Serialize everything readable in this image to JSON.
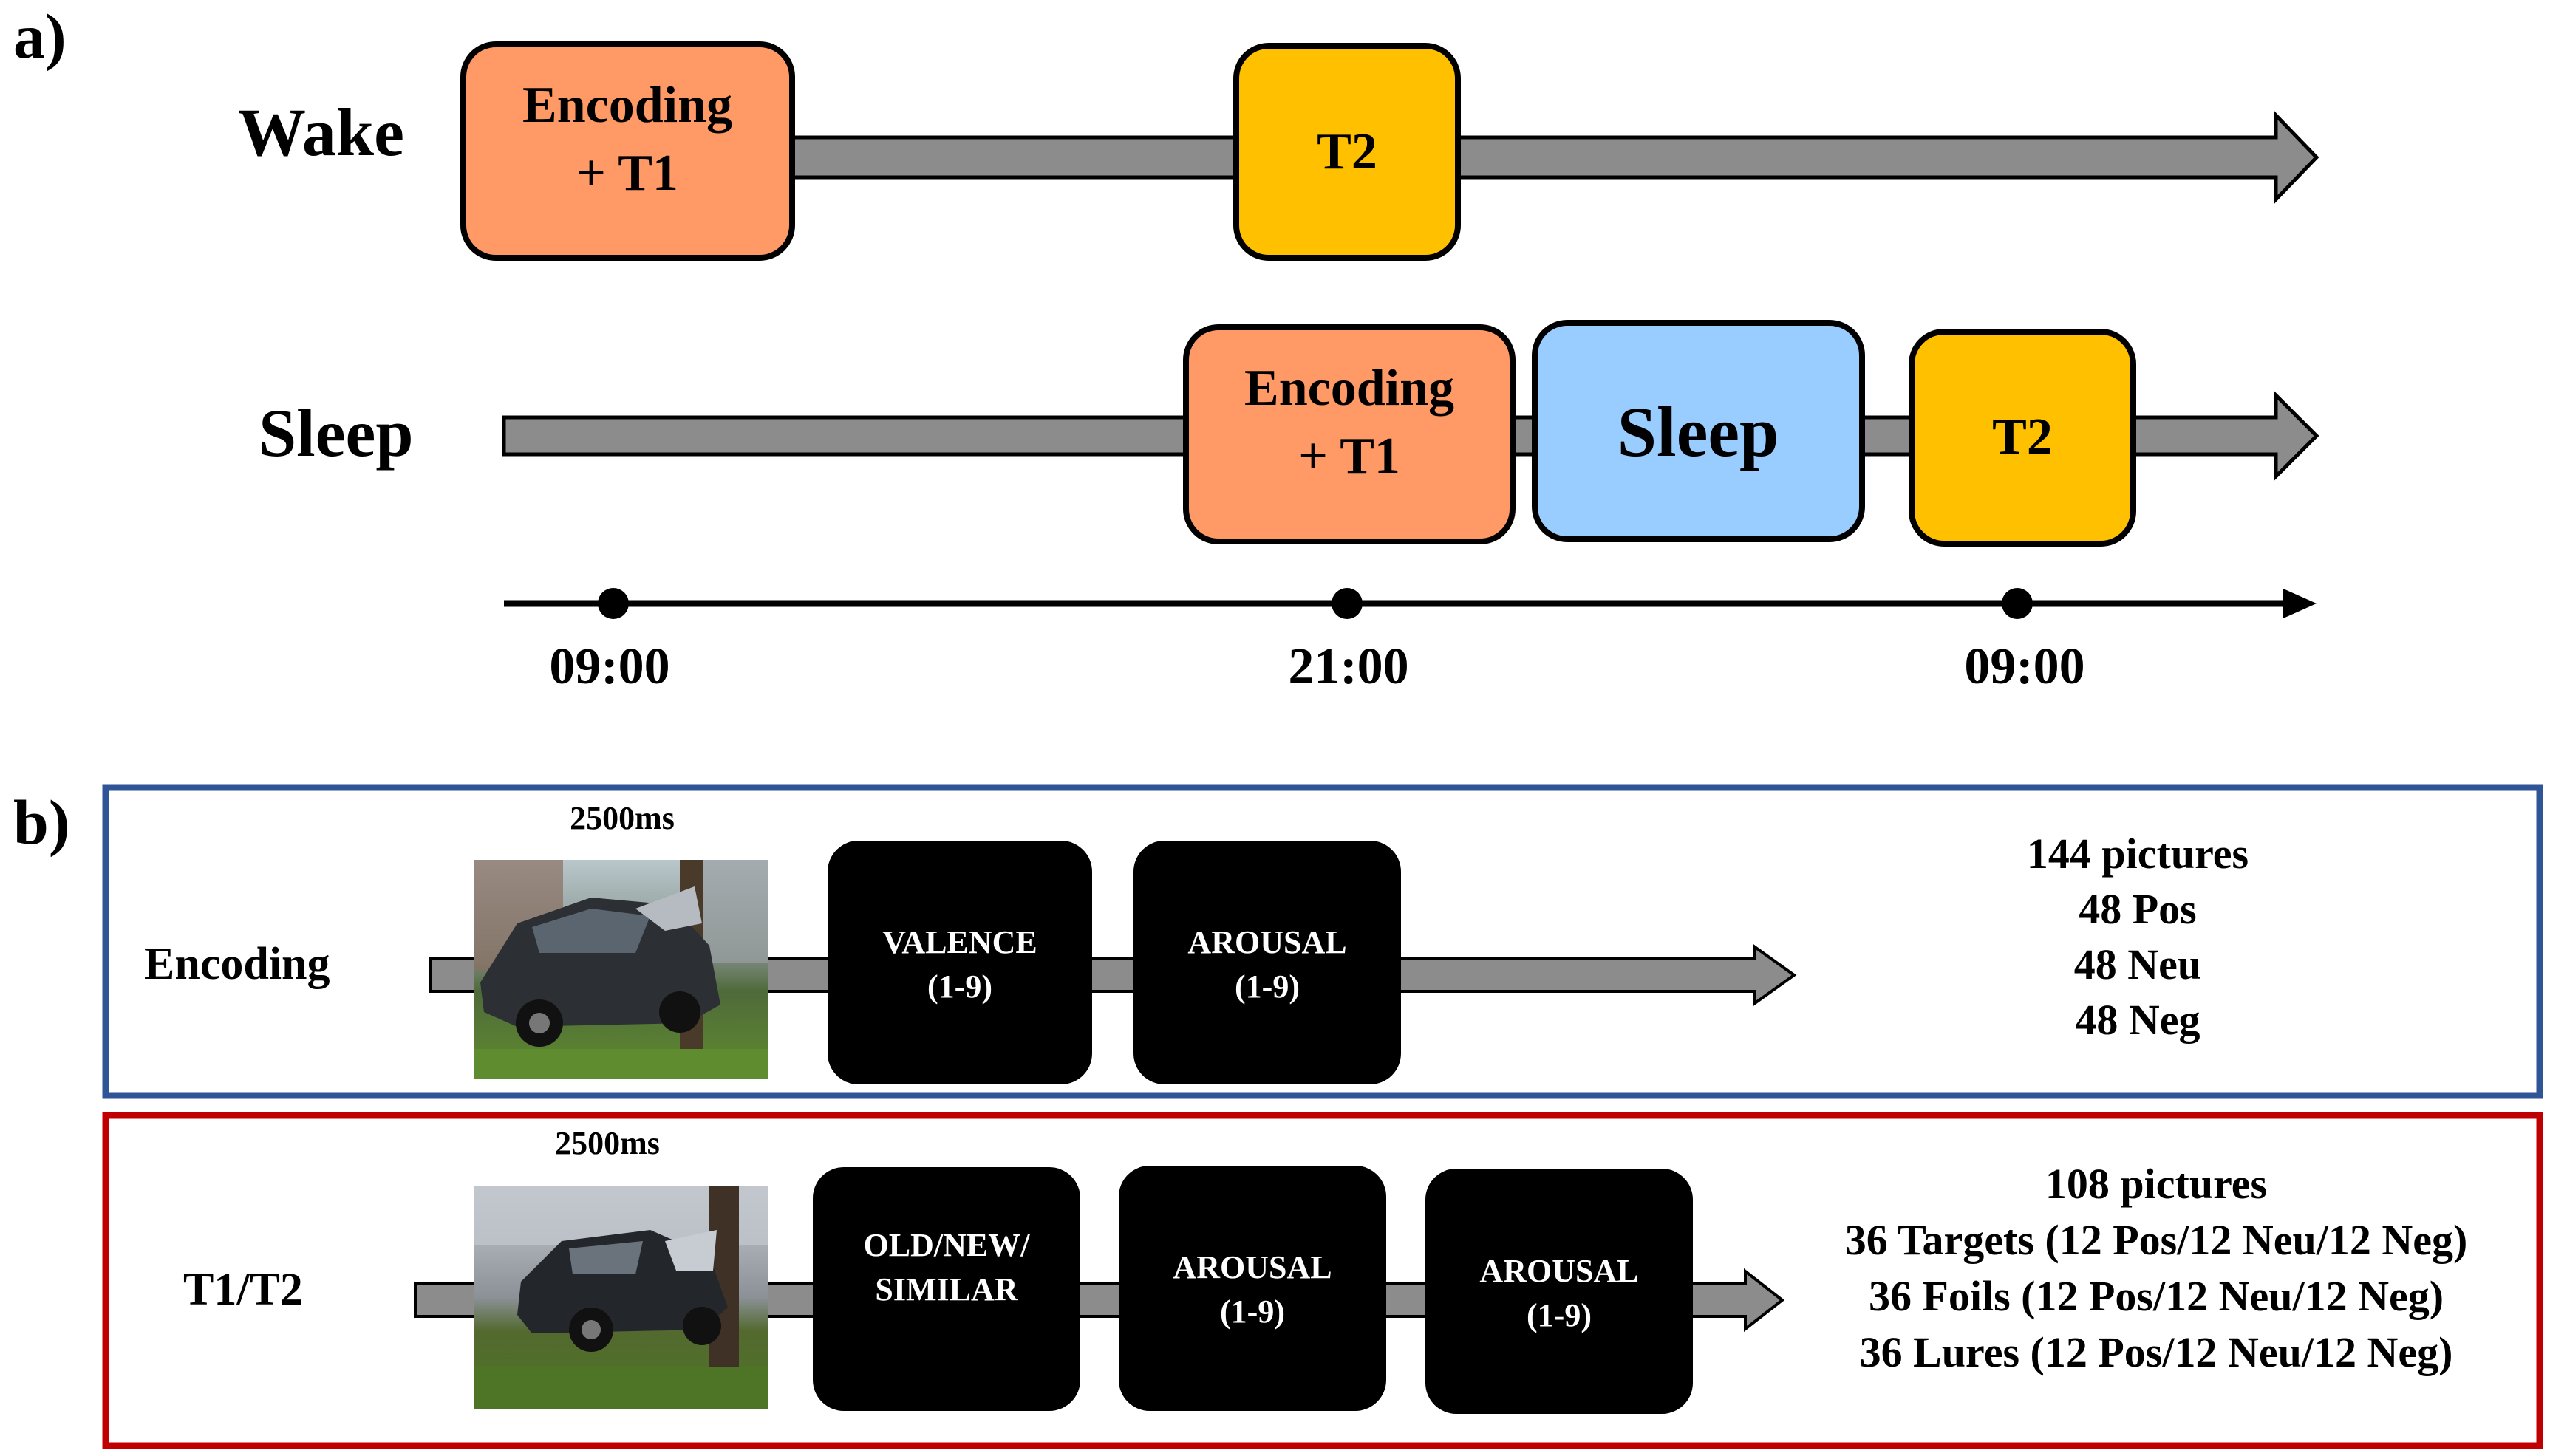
{
  "panel_a": {
    "label": "a)",
    "wake": {
      "row_label": "Wake",
      "encoding_line1": "Encoding",
      "encoding_line2": "+ T1",
      "t2": "T2"
    },
    "sleep": {
      "row_label": "Sleep",
      "encoding_line1": "Encoding",
      "encoding_line2": "+ T1",
      "sleep_box": "Sleep",
      "t2": "T2"
    },
    "timeline": [
      "09:00",
      "21:00",
      "09:00"
    ]
  },
  "panel_b": {
    "label": "b)",
    "encoding": {
      "row_label": "Encoding",
      "duration": "2500ms",
      "screens": [
        [
          "VALENCE",
          "(1-9)"
        ],
        [
          "AROUSAL",
          "(1-9)"
        ]
      ],
      "summary": [
        "144 pictures",
        "48 Pos",
        "48 Neu",
        "48 Neg"
      ],
      "border_color": "#2f5597"
    },
    "test": {
      "row_label": "T1/T2",
      "duration": "2500ms",
      "screens": [
        [
          "OLD/NEW/",
          "SIMILAR"
        ],
        [
          "AROUSAL",
          "(1-9)"
        ],
        [
          "AROUSAL",
          "(1-9)"
        ]
      ],
      "summary": [
        "108 pictures",
        "36 Targets (12 Pos/12 Neu/12 Neg)",
        "36 Foils (12 Pos/12 Neu/12 Neg)",
        "36 Lures (12 Pos/12 Neu/12 Neg)"
      ],
      "border_color": "#c00000"
    }
  },
  "colors": {
    "encoding_box": "#ff9966",
    "t2_box": "#ffc000",
    "sleep_box": "#99ccff",
    "arrow_fill": "#8c8c8c",
    "screen_fill": "#000000"
  }
}
